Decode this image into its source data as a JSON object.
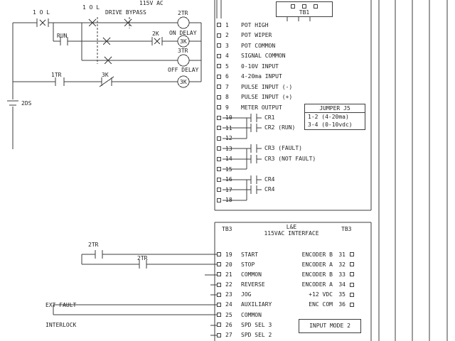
{
  "header": {
    "supply_label": "115V AC"
  },
  "tb1_box": {
    "label": "TB1"
  },
  "jumper_box": {
    "title": "JUMPER J5",
    "line1": "1-2 (4-20ma)",
    "line2": "3-4 (0-10vdc)"
  },
  "tb1_terminals": [
    {
      "num": "1",
      "label": "POT HIGH"
    },
    {
      "num": "2",
      "label": "POT WIPER"
    },
    {
      "num": "3",
      "label": "POT COMMON"
    },
    {
      "num": "4",
      "label": "SIGNAL COMMON"
    },
    {
      "num": "5",
      "label": "0-10V INPUT"
    },
    {
      "num": "6",
      "label": "4-20ma INPUT"
    },
    {
      "num": "7",
      "label": "PULSE INPUT (-)"
    },
    {
      "num": "8",
      "label": "PULSE INPUT (+)"
    },
    {
      "num": "9",
      "label": "METER OUTPUT"
    },
    {
      "num": "10",
      "label": ""
    },
    {
      "num": "11",
      "label": ""
    },
    {
      "num": "12",
      "label": ""
    },
    {
      "num": "13",
      "label": ""
    },
    {
      "num": "14",
      "label": ""
    },
    {
      "num": "15",
      "label": ""
    },
    {
      "num": "16",
      "label": ""
    },
    {
      "num": "17",
      "label": ""
    },
    {
      "num": "18",
      "label": ""
    }
  ],
  "cr_labels": [
    "CR1",
    "CR2 (RUN)",
    "CR3 (FAULT)",
    "CR3 (NOT FAULT)",
    "CR4",
    "CR4"
  ],
  "tb3": {
    "left_label": "TB3",
    "right_label": "TB3",
    "title_line1": "L&E",
    "title_line2": "115VAC INTERFACE",
    "rows": [
      {
        "num": "19",
        "label": "START"
      },
      {
        "num": "20",
        "label": "STOP"
      },
      {
        "num": "21",
        "label": "COMMON"
      },
      {
        "num": "22",
        "label": "REVERSE"
      },
      {
        "num": "23",
        "label": "JOG"
      },
      {
        "num": "24",
        "label": "AUXILIARY"
      },
      {
        "num": "25",
        "label": "COMMON"
      },
      {
        "num": "26",
        "label": "SPD SEL 3"
      },
      {
        "num": "27",
        "label": "SPD SEL 2"
      }
    ],
    "right_rows": [
      {
        "label": "ENCODER B",
        "num": "31"
      },
      {
        "label": "ENCODER A",
        "num": "32"
      },
      {
        "label": "ENCODER B",
        "num": "33"
      },
      {
        "label": "ENCODER A",
        "num": "34"
      },
      {
        "label": "+12 VDC",
        "num": "35"
      },
      {
        "label": "ENC COM",
        "num": "36"
      }
    ],
    "input_mode_label": "INPUT MODE 2"
  },
  "ladder": {
    "ol1": "1 O L",
    "ol2": "1 O L",
    "drive_bypass": "DRIVE BYPASS",
    "run": "RUN",
    "tr2": "2TR",
    "on_delay": "ON DELAY",
    "k2": "2K",
    "coil2": "3K",
    "tr3": "3TR",
    "off_delay": "OFF DELAY",
    "tr1": "1TR",
    "k3": "3K",
    "coil4": "3K",
    "ds2": "2DS",
    "tr2_bottom_a": "2TR",
    "tr2_bottom_b": "2TR",
    "ext_fault_line1": "EXT FAULT",
    "ext_fault_line2": "INTERLOCK"
  }
}
